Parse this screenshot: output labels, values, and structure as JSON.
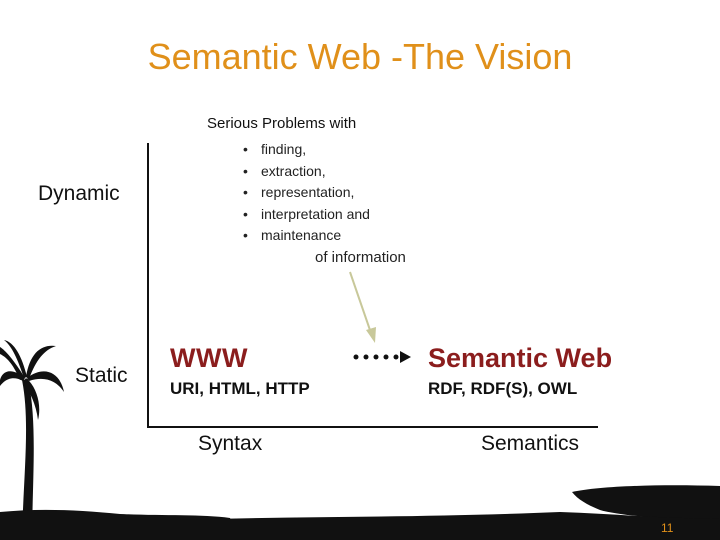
{
  "slide": {
    "title": "Semantic Web -The Vision",
    "page_number": "11"
  },
  "problems": {
    "heading": "Serious Problems with",
    "items": [
      "finding,",
      "extraction,",
      "representation,",
      "interpretation and",
      "maintenance"
    ],
    "suffix": "of information"
  },
  "axes": {
    "y_top_label": "Dynamic",
    "y_bottom_label": "Static",
    "x_left_label": "Syntax",
    "x_right_label": "Semantics"
  },
  "nodes": {
    "www": {
      "title": "WWW",
      "subtitle": "URI, HTML, HTTP"
    },
    "semantic_web": {
      "title": "Semantic Web",
      "subtitle": "RDF, RDF(S), OWL"
    }
  },
  "colors": {
    "title": "#e0901a",
    "node_title": "#8b1d1d",
    "connector": "#c8c89a",
    "silhouette": "#111111",
    "page_number": "#e0901a"
  }
}
